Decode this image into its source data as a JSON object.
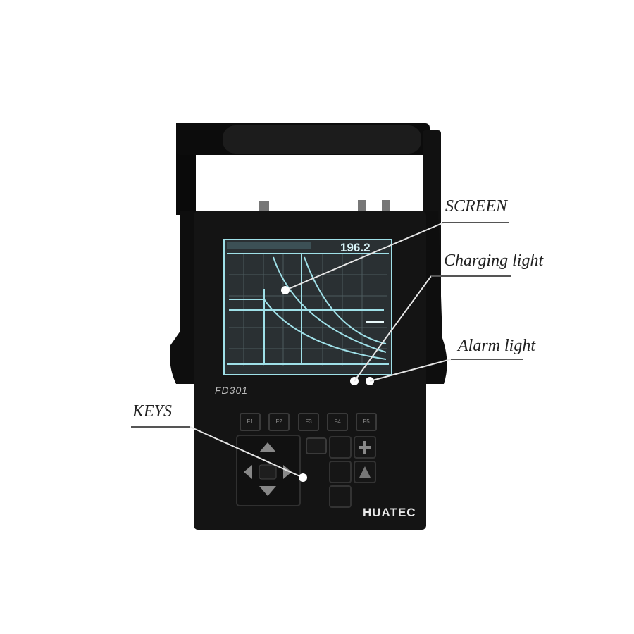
{
  "device": {
    "model": "FD301",
    "brand": "HUATEC",
    "screen_readout": "196.2",
    "function_keys": [
      "F1",
      "F2",
      "F3",
      "F4",
      "F5"
    ]
  },
  "callouts": {
    "screen": "SCREEN",
    "charging_light": "Charging light",
    "alarm_light": "Alarm light",
    "keys": "KEYS"
  },
  "colors": {
    "body": "#141414",
    "screen_trace": "#9fe0e8",
    "background": "#ffffff"
  }
}
